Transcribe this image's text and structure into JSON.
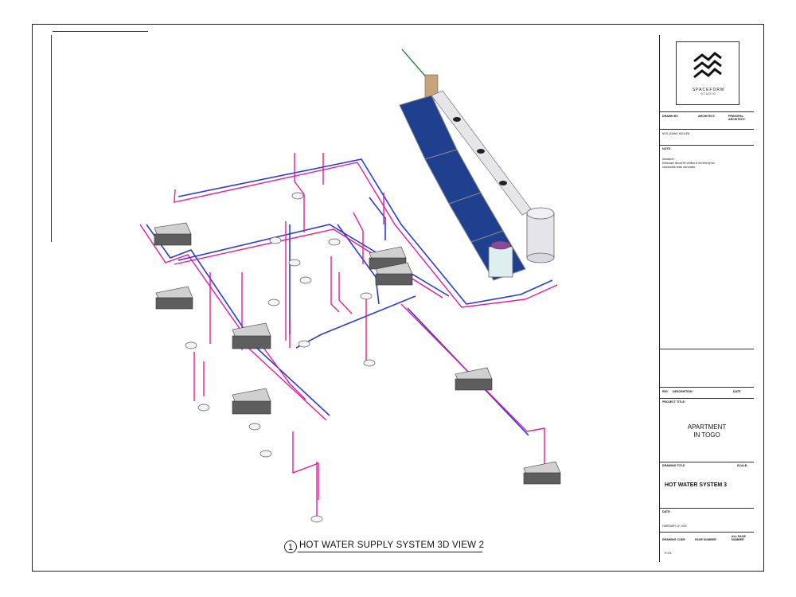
{
  "caption": {
    "number": "1",
    "title": "HOT WATER SUPPLY SYSTEM 3D VIEW 2"
  },
  "title_block": {
    "studio_name": "SPACEFORM",
    "studio_sub": "STUDIO",
    "drawn_by_label": "DRAWN BY:",
    "architect_label": "ARCHITECT:",
    "principal_label": "PRINCIPAL ARCHITECT:",
    "drawn_by_value": "NGO QUANG NGUYEN",
    "note_label": "NOTE:",
    "note_text_1": "Disclaimer :",
    "note_text_2": "Dimension should be verified in the field by the",
    "note_text_3": "construction team and trades.",
    "rev_label": "REV",
    "description_label": "DESCRIPTION",
    "date_col_label": "DATE",
    "project_title_label": "PROJECT TITLE:",
    "project_line_1": "APARTMENT",
    "project_line_2": "IN TOGO",
    "drawing_title_label": "DRAWING TITLE",
    "scale_label": "SCALE:",
    "drawing_title": "HOT WATER SYSTEM 3",
    "date_label": "DATE:",
    "date_value": "FEBRUARY 22, 2025",
    "drawing_code_label": "DRAWING CODE",
    "page_number_label": "PAGE NUMBER",
    "all_page_label": "ALL PAGE NUMBER",
    "drawing_code": "P-03"
  },
  "colors": {
    "hot_pipe": "#e8199b",
    "cold_pipe": "#2a3bd6",
    "panel": "#1f3f8f",
    "fixture": "#5e5e5e"
  }
}
